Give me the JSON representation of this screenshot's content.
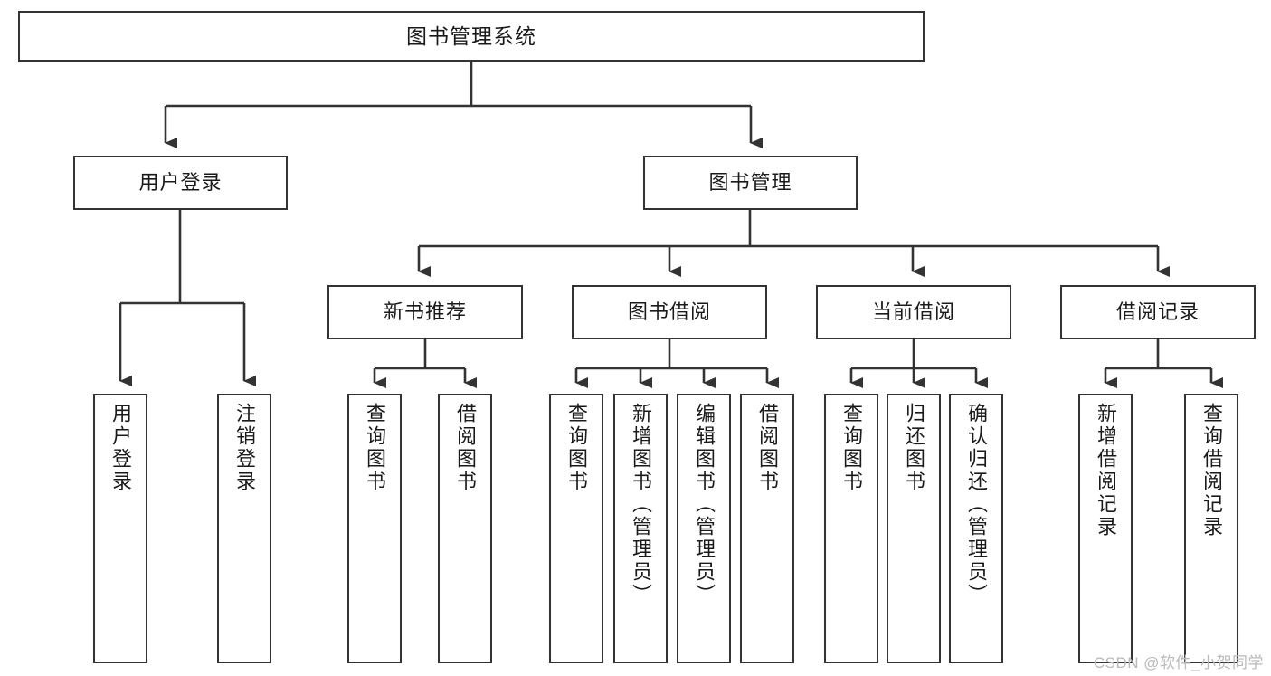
{
  "diagram": {
    "type": "tree-hierarchy-chart",
    "title": "图书管理系统",
    "colors": {
      "box_border": "#333333",
      "box_fill": "#ffffff",
      "line": "#333333",
      "text": "#1a1a1a",
      "watermark": "#b9b9b9",
      "background": "#ffffff"
    },
    "root": {
      "label": "图书管理系统"
    },
    "level2": [
      {
        "label": "用户登录"
      },
      {
        "label": "图书管理"
      }
    ],
    "level3": [
      {
        "label": "新书推荐"
      },
      {
        "label": "图书借阅"
      },
      {
        "label": "当前借阅"
      },
      {
        "label": "借阅记录"
      }
    ],
    "leaves": {
      "user_login": [
        {
          "label": "用户登录"
        },
        {
          "label": "注销登录"
        }
      ],
      "new_book_recommend": [
        {
          "label": "查询图书"
        },
        {
          "label": "借阅图书"
        }
      ],
      "book_borrow": [
        {
          "label": "查询图书"
        },
        {
          "label": "新增图书（管理员）"
        },
        {
          "label": "编辑图书（管理员）"
        },
        {
          "label": "借阅图书"
        }
      ],
      "current_borrow": [
        {
          "label": "查询图书"
        },
        {
          "label": "归还图书"
        },
        {
          "label": "确认归还（管理员）"
        }
      ],
      "borrow_records": [
        {
          "label": "新增借阅记录"
        },
        {
          "label": "查询借阅记录"
        }
      ]
    },
    "watermark": "CSDN @软件_小贺同学"
  }
}
